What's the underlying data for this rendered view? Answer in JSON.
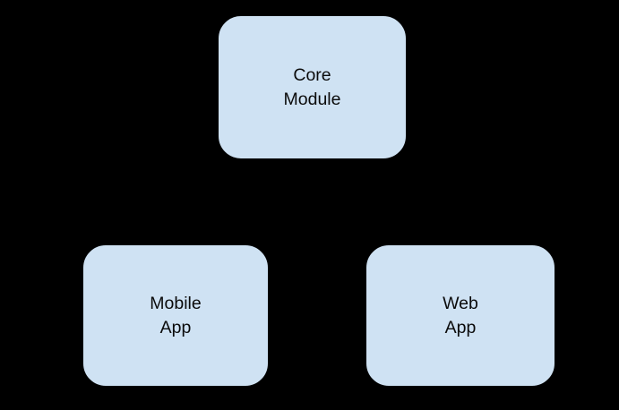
{
  "diagram": {
    "background_color": "#000000",
    "node_fill_color": "#cfe2f3",
    "node_border_color": "#000000",
    "text_color": "#0b0b0b",
    "nodes": [
      {
        "id": "core-module",
        "label": "Core\nModule"
      },
      {
        "id": "mobile-app",
        "label": "Mobile\nApp"
      },
      {
        "id": "web-app",
        "label": "Web\nApp"
      }
    ],
    "edges": [
      {
        "from": "core-module",
        "to": "mobile-app"
      },
      {
        "from": "core-module",
        "to": "web-app"
      }
    ]
  }
}
